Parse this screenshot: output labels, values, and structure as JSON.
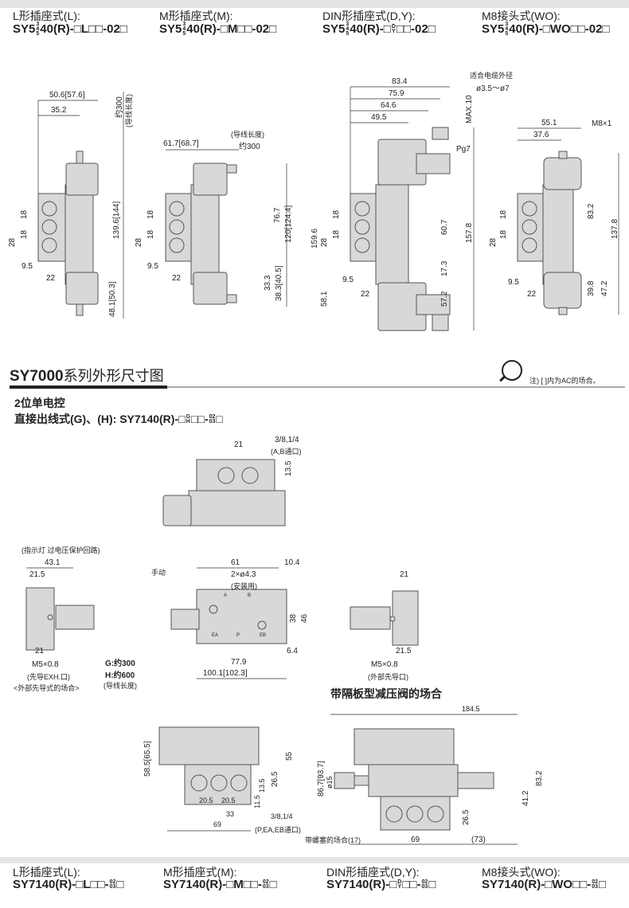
{
  "top_headers": [
    {
      "label": "L形插座式(L):",
      "prefix": "SY5",
      "stack": [
        "3",
        "4",
        "5"
      ],
      "suffix": "40(R)-□L□□-02□"
    },
    {
      "label": "M形插座式(M):",
      "prefix": "SY5",
      "stack": [
        "3",
        "4",
        "5"
      ],
      "suffix": "40(R)-□M□□-02□"
    },
    {
      "label": "DIN形插座式(D,Y):",
      "prefix": "SY5",
      "stack": [
        "3",
        "4",
        "5"
      ],
      "mid": "40(R)-□",
      "stack2": [
        "D",
        "Y"
      ],
      "suffix": "□□-02□"
    },
    {
      "label": "M8接头式(WO):",
      "prefix": "SY5",
      "stack": [
        "3",
        "4",
        "5"
      ],
      "suffix": "40(R)-□WO□□-02□"
    }
  ],
  "top_dims": {
    "l": [
      "50.6[57.6]",
      "35.2",
      "约300",
      "(导线长度)",
      "18",
      "18",
      "28",
      "9.5",
      "22",
      "139.6[144]",
      "48.1[50.3]"
    ],
    "m": [
      "(导线长度)",
      "约300",
      "61.7[68.7]",
      "18",
      "18",
      "28",
      "76.7",
      "120[124.4]",
      "9.5",
      "22",
      "33.3",
      "38.3[40.5]",
      "159.6"
    ],
    "din": [
      "83.4",
      "75.9",
      "64.6",
      "49.5",
      "适合电缆外径",
      "ø3.5～ø7",
      "MAX.10",
      "Pg7",
      "18",
      "18",
      "28",
      "60.7",
      "157.8",
      "17.3",
      "57.2",
      "58.1",
      "9.5",
      "22"
    ],
    "wo": [
      "55.1",
      "37.6",
      "M8×1",
      "18",
      "18",
      "28",
      "83.2",
      "137.8",
      "39.8",
      "47.2",
      "9.5",
      "22"
    ]
  },
  "section": {
    "title_bold": "SY7000",
    "title_rest": "系列外形尺寸图",
    "note": "注) [ ]内为AC的场合。",
    "subtitle": "2位单电控",
    "model_label": "直接出线式(G)、(H): SY7140(R)-□",
    "model_stack": [
      "G",
      "H"
    ],
    "model_mid": "□□-",
    "model_stack2": [
      "02",
      "03"
    ],
    "model_end": "□"
  },
  "lower_dims": {
    "top_view": [
      "21",
      "3/8,1/4",
      "(A,B通口)",
      "13.5"
    ],
    "left_view": [
      "(指示灯  过电压保护回路)",
      "43.1",
      "21.5",
      "21",
      "M5×0.8",
      "(先导EXH.口)",
      "<外部先导式的场合>"
    ],
    "front_view": [
      "手动",
      "61",
      "10.4",
      "2×ø4.3",
      "(安装用)",
      "38",
      "46",
      "6.4",
      "G:约300",
      "H:约600",
      "(导线长度)",
      "77.9",
      "100.1[102.3]",
      "A",
      "B",
      "EA",
      "P",
      "EB"
    ],
    "right_view": [
      "21",
      "21.5",
      "M5×0.8",
      "(外部先导口)"
    ],
    "sub_plate": [
      "58.5[65.5]",
      "55",
      "26.5",
      "13.5",
      "11.5",
      "20.5",
      "20.5",
      "33",
      "69",
      "3/8,1/4",
      "(P,EA,EB通口)"
    ],
    "regulator": [
      "带隔板型减压阀的场合",
      "184.5",
      "86.7[93.7]",
      "ø15",
      "26.5",
      "41.2",
      "83.2",
      "带螺塞的场合(17)",
      "69",
      "(73)"
    ]
  },
  "bottom_headers": [
    {
      "label": "L形插座式(L):",
      "prefix": "SY7140(R)-□L□□-",
      "stack": [
        "02",
        "03"
      ],
      "suffix": "□"
    },
    {
      "label": "M形插座式(M):",
      "prefix": "SY7140(R)-□M□□-",
      "stack": [
        "02",
        "03"
      ],
      "suffix": "□"
    },
    {
      "label": "DIN形插座式(D,Y):",
      "prefix": "SY7140(R)-□",
      "stack": [
        "D",
        "Y"
      ],
      "mid": "□□-",
      "stack2": [
        "02",
        "03"
      ],
      "suffix": "□"
    },
    {
      "label": "M8接头式(WO):",
      "prefix": "SY7140(R)-□WO□□-",
      "stack": [
        "02",
        "03"
      ],
      "suffix": "□"
    }
  ],
  "colors": {
    "body": "#d8d8d8",
    "outline": "#555555",
    "line": "#333333",
    "band": "#e4e4e4"
  }
}
